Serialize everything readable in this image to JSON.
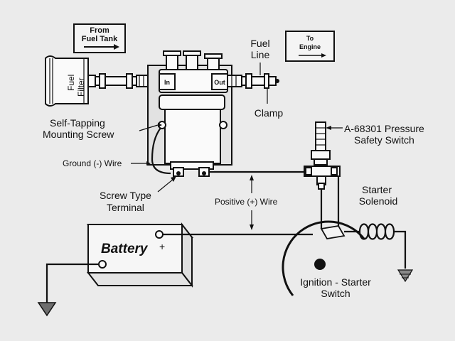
{
  "boxes": {
    "from_fuel_tank_line1": "From",
    "from_fuel_tank_line2": "Fuel Tank",
    "to_engine_line1": "To",
    "to_engine_line2": "Engine"
  },
  "pump": {
    "in_label": "In",
    "out_label": "Out"
  },
  "filter": {
    "label_line1": "Fuel",
    "label_line2": "Filter"
  },
  "labels": {
    "fuel_line_1": "Fuel",
    "fuel_line_2": "Line",
    "clamp": "Clamp",
    "self_tapping_1": "Self-Tapping",
    "self_tapping_2": "Mounting Screw",
    "ground_wire": "Ground (-) Wire",
    "screw_type_1": "Screw Type",
    "screw_type_2": "Terminal",
    "pressure_switch_1": "A-68301 Pressure",
    "pressure_switch_2": "Safety Switch",
    "positive_wire": "Positive (+) Wire",
    "starter_solenoid_1": "Starter",
    "starter_solenoid_2": "Solenoid",
    "battery": "Battery",
    "battery_plus": "+",
    "ignition_1": "Ignition - Starter",
    "ignition_2": "Switch"
  },
  "colors": {
    "background": "#ebebeb",
    "ink": "#111111"
  }
}
